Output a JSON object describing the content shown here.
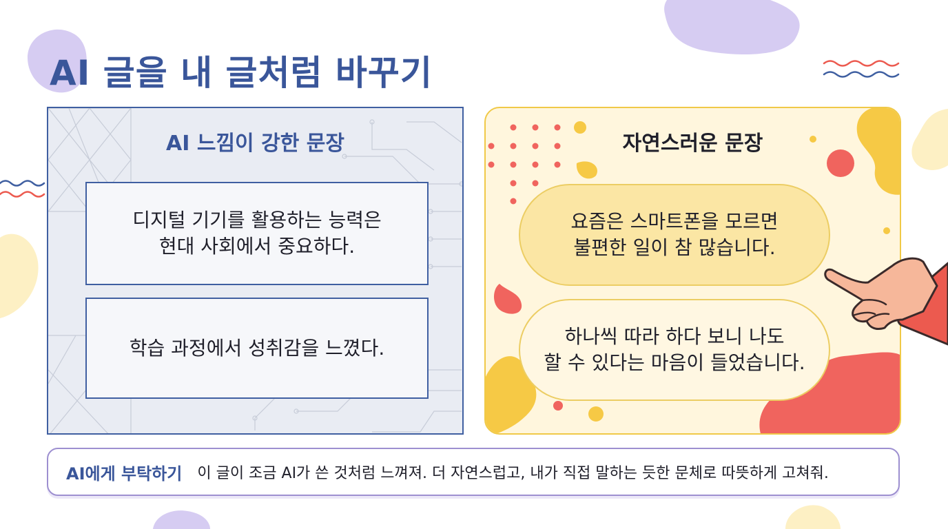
{
  "title": "AI 글을 내 글처럼 바꾸기",
  "ai_panel": {
    "heading": "AI 느낌이 강한 문장",
    "sentences": [
      {
        "lines": [
          "디지털 기기를 활용하는 능력은",
          "현대 사회에서 중요하다."
        ]
      },
      {
        "lines": [
          "학습 과정에서 성취감을 느꼈다."
        ]
      }
    ]
  },
  "natural_panel": {
    "heading": "자연스러운 문장",
    "sentences": [
      {
        "lines": [
          "요즘은 스마트폰을 모르면",
          "불편한 일이 참 많습니다."
        ]
      },
      {
        "lines": [
          "하나씩 따라 하다 보니 나도",
          "할 수 있다는 마음이 들었습니다."
        ]
      }
    ]
  },
  "ask": {
    "label": "AI에게 부탁하기",
    "text": "이 글이 조금 AI가 쓴 것처럼 느껴져. 더 자연스럽고, 내가 직접 말하는 듯한 문체로 따뜻하게 고쳐줘."
  },
  "colors": {
    "navy": "#3a569a",
    "yellow": "#f6c945",
    "coral": "#f0645e",
    "lavender": "#d6ccf2",
    "skin": "#f6b79a",
    "sleeve": "#ec5a4f"
  },
  "icons": [
    "pointing-hand-icon",
    "wave-decoration-icon"
  ]
}
